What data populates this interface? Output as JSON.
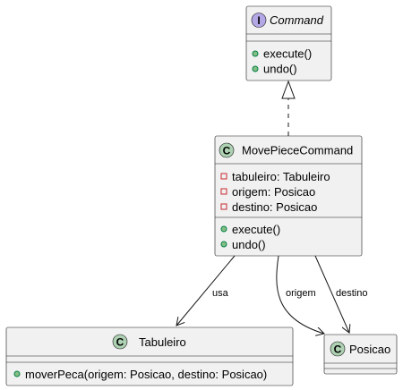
{
  "colors": {
    "interface_badge": "#b4a7e5",
    "class_badge": "#add1b2",
    "box_fill": "#f1f1f1",
    "stroke": "#181818",
    "public_marker": "#84be84",
    "private_marker": "#c82930"
  },
  "classes": {
    "command": {
      "badge_letter": "I",
      "name": "Command",
      "stereotype": "interface",
      "methods": [
        "execute()",
        "undo()"
      ]
    },
    "move_piece_command": {
      "badge_letter": "C",
      "name": "MovePieceCommand",
      "fields": [
        "tabuleiro: Tabuleiro",
        "origem: Posicao",
        "destino: Posicao"
      ],
      "methods": [
        "execute()",
        "undo()"
      ]
    },
    "tabuleiro": {
      "badge_letter": "C",
      "name": "Tabuleiro",
      "methods": [
        "moverPeca(origem: Posicao, destino: Posicao)"
      ]
    },
    "posicao": {
      "badge_letter": "C",
      "name": "Posicao"
    }
  },
  "relations": {
    "implements": {
      "from": "MovePieceCommand",
      "to": "Command",
      "type": "realization"
    },
    "usa": {
      "label": "usa",
      "from": "MovePieceCommand",
      "to": "Tabuleiro",
      "type": "association"
    },
    "origem": {
      "label": "origem",
      "from": "MovePieceCommand",
      "to": "Posicao",
      "type": "association"
    },
    "destino": {
      "label": "destino",
      "from": "MovePieceCommand",
      "to": "Posicao",
      "type": "association"
    }
  }
}
